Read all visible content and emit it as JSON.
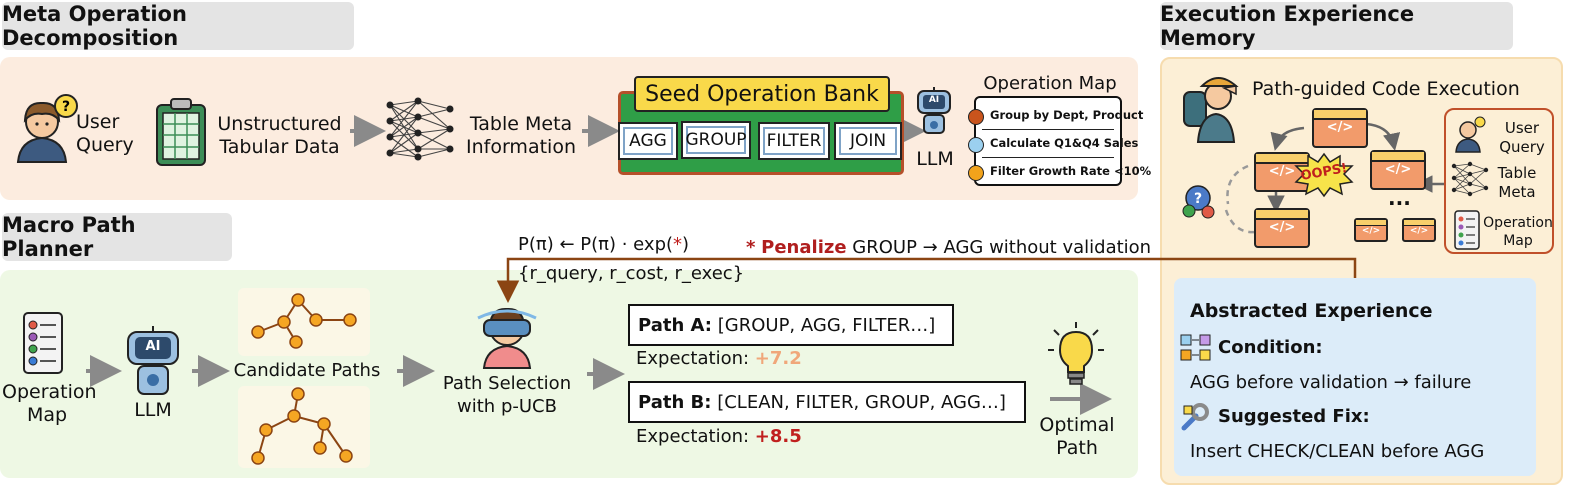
{
  "headers": {
    "meta": "Meta Operation Decomposition",
    "macro": "Macro Path Planner",
    "memory": "Execution Experience Memory"
  },
  "top": {
    "user_query": [
      "User",
      "Query"
    ],
    "unstructured": [
      "Unstructured",
      "Tabular Data"
    ],
    "table_meta": [
      "Table Meta",
      "Information"
    ],
    "seed_bank": "Seed Operation Bank",
    "ops": [
      "AGG",
      "GROUP",
      "FILTER",
      "JOIN"
    ],
    "llm": "LLM",
    "llm_badge": "AI",
    "op_map_title": "Operation Map",
    "op_map_items": [
      "Group by Dept, Product",
      "Calculate Q1&Q4 Sales",
      "Filter Growth Rate <10%"
    ]
  },
  "macro": {
    "op_map": [
      "Operation",
      "Map"
    ],
    "llm": "LLM",
    "llm_badge": "AI",
    "candidate": "Candidate Paths",
    "selection": [
      "Path Selection",
      "with p-UCB"
    ],
    "formula_prefix": "P(π) ← P(π) · exp(",
    "formula_star": "*",
    "formula_suffix": ")",
    "rewards": "{r_query, r_cost, r_exec}",
    "penalize_star": "*",
    "penalize_word": "Penalize",
    "penalize_rest": "GROUP → AGG without validation",
    "path_a_label": "Path A:",
    "path_a": "[GROUP, AGG, FILTER…]",
    "exp_a_label": "Expectation:",
    "exp_a_value": "+7.2",
    "path_b_label": "Path B:",
    "path_b": "[CLEAN, FILTER, GROUP, AGG…]",
    "exp_b_label": "Expectation:",
    "exp_b_value": "+8.5",
    "optimal": [
      "Optimal",
      "Path"
    ]
  },
  "memory": {
    "code_exec": "Path-guided Code Execution",
    "oops": "OOPS!",
    "ellipsis": "...",
    "code_glyph": "</>",
    "side_user": [
      "User",
      "Query"
    ],
    "side_table": [
      "Table",
      "Meta"
    ],
    "side_op": [
      "Operation",
      "Map"
    ],
    "abstracted": "Abstracted Experience",
    "condition_label": "Condition:",
    "condition_text": "AGG before validation → failure",
    "fix_label": "Suggested Fix:",
    "fix_text": "Insert CHECK/CLEAN before AGG"
  },
  "colors": {
    "top_panel": "#fcecdf",
    "bottom_panel": "#eef8e4",
    "memory_panel": "#fcefd6",
    "memory_border": "#f6dcae",
    "experience_panel": "#dcecf9",
    "seed_green": "#2f9e47",
    "seed_title": "#f9d94a",
    "penalize_red": "#b01e1e",
    "exp_a": "#f0a77a",
    "exp_b": "#c0201e",
    "arrow_gray": "#8a8a8a",
    "tree_orange": "#f5a623",
    "tree_link": "#c06a1a",
    "code_window": "#f29b6b",
    "code_title": "#f8cf6b"
  }
}
